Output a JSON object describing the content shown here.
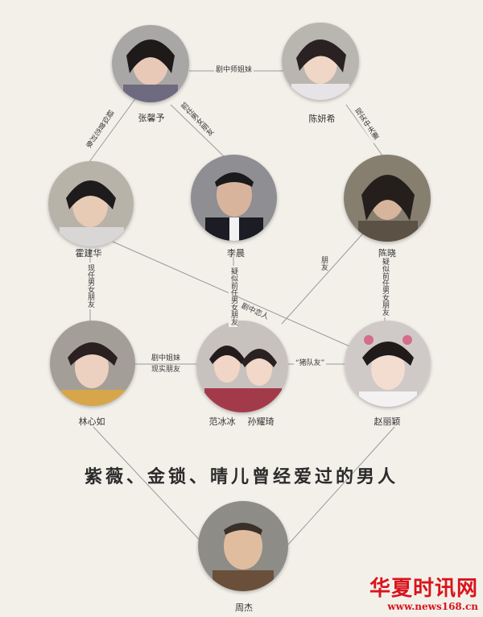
{
  "caption": "紫薇、金锁、晴儿曾经爱过的男人",
  "people": [
    {
      "id": "zhangxinyu",
      "name": "张馨予"
    },
    {
      "id": "chenyanxi",
      "name": "陈妍希"
    },
    {
      "id": "huojianhua",
      "name": "霍建华"
    },
    {
      "id": "lichen",
      "name": "李晨"
    },
    {
      "id": "chenxiao",
      "name": "陈晓"
    },
    {
      "id": "linxinru",
      "name": "林心如"
    },
    {
      "id": "fanbingbing",
      "name": "范冰冰"
    },
    {
      "id": "sunyaoqi",
      "name": "孙耀琦"
    },
    {
      "id": "zhaoliying",
      "name": "赵丽颖"
    },
    {
      "id": "zhoujie",
      "name": "周杰"
    }
  ],
  "relations": [
    {
      "id": "r1",
      "label": "剧中师姐妹"
    },
    {
      "id": "r2",
      "label": "疑似曾恋对象"
    },
    {
      "id": "r3",
      "label": "前任男女朋友"
    },
    {
      "id": "r4",
      "label": "现实中夫妻"
    },
    {
      "id": "r5",
      "label": "现任男女朋友"
    },
    {
      "id": "r6",
      "label": "疑似前任男女朋友"
    },
    {
      "id": "r7",
      "label": "疑似前任男女朋友"
    },
    {
      "id": "r8",
      "label": "剧中恋人"
    },
    {
      "id": "r9",
      "label": "朋友"
    },
    {
      "id": "r10",
      "label": "剧中姐妹"
    },
    {
      "id": "r11",
      "label": "现实朋友"
    },
    {
      "id": "r12",
      "label": "“猪队友”"
    }
  ],
  "watermark": {
    "brand": "华夏时讯网",
    "url": "www.news168.cn",
    "color": "#d8141c"
  }
}
